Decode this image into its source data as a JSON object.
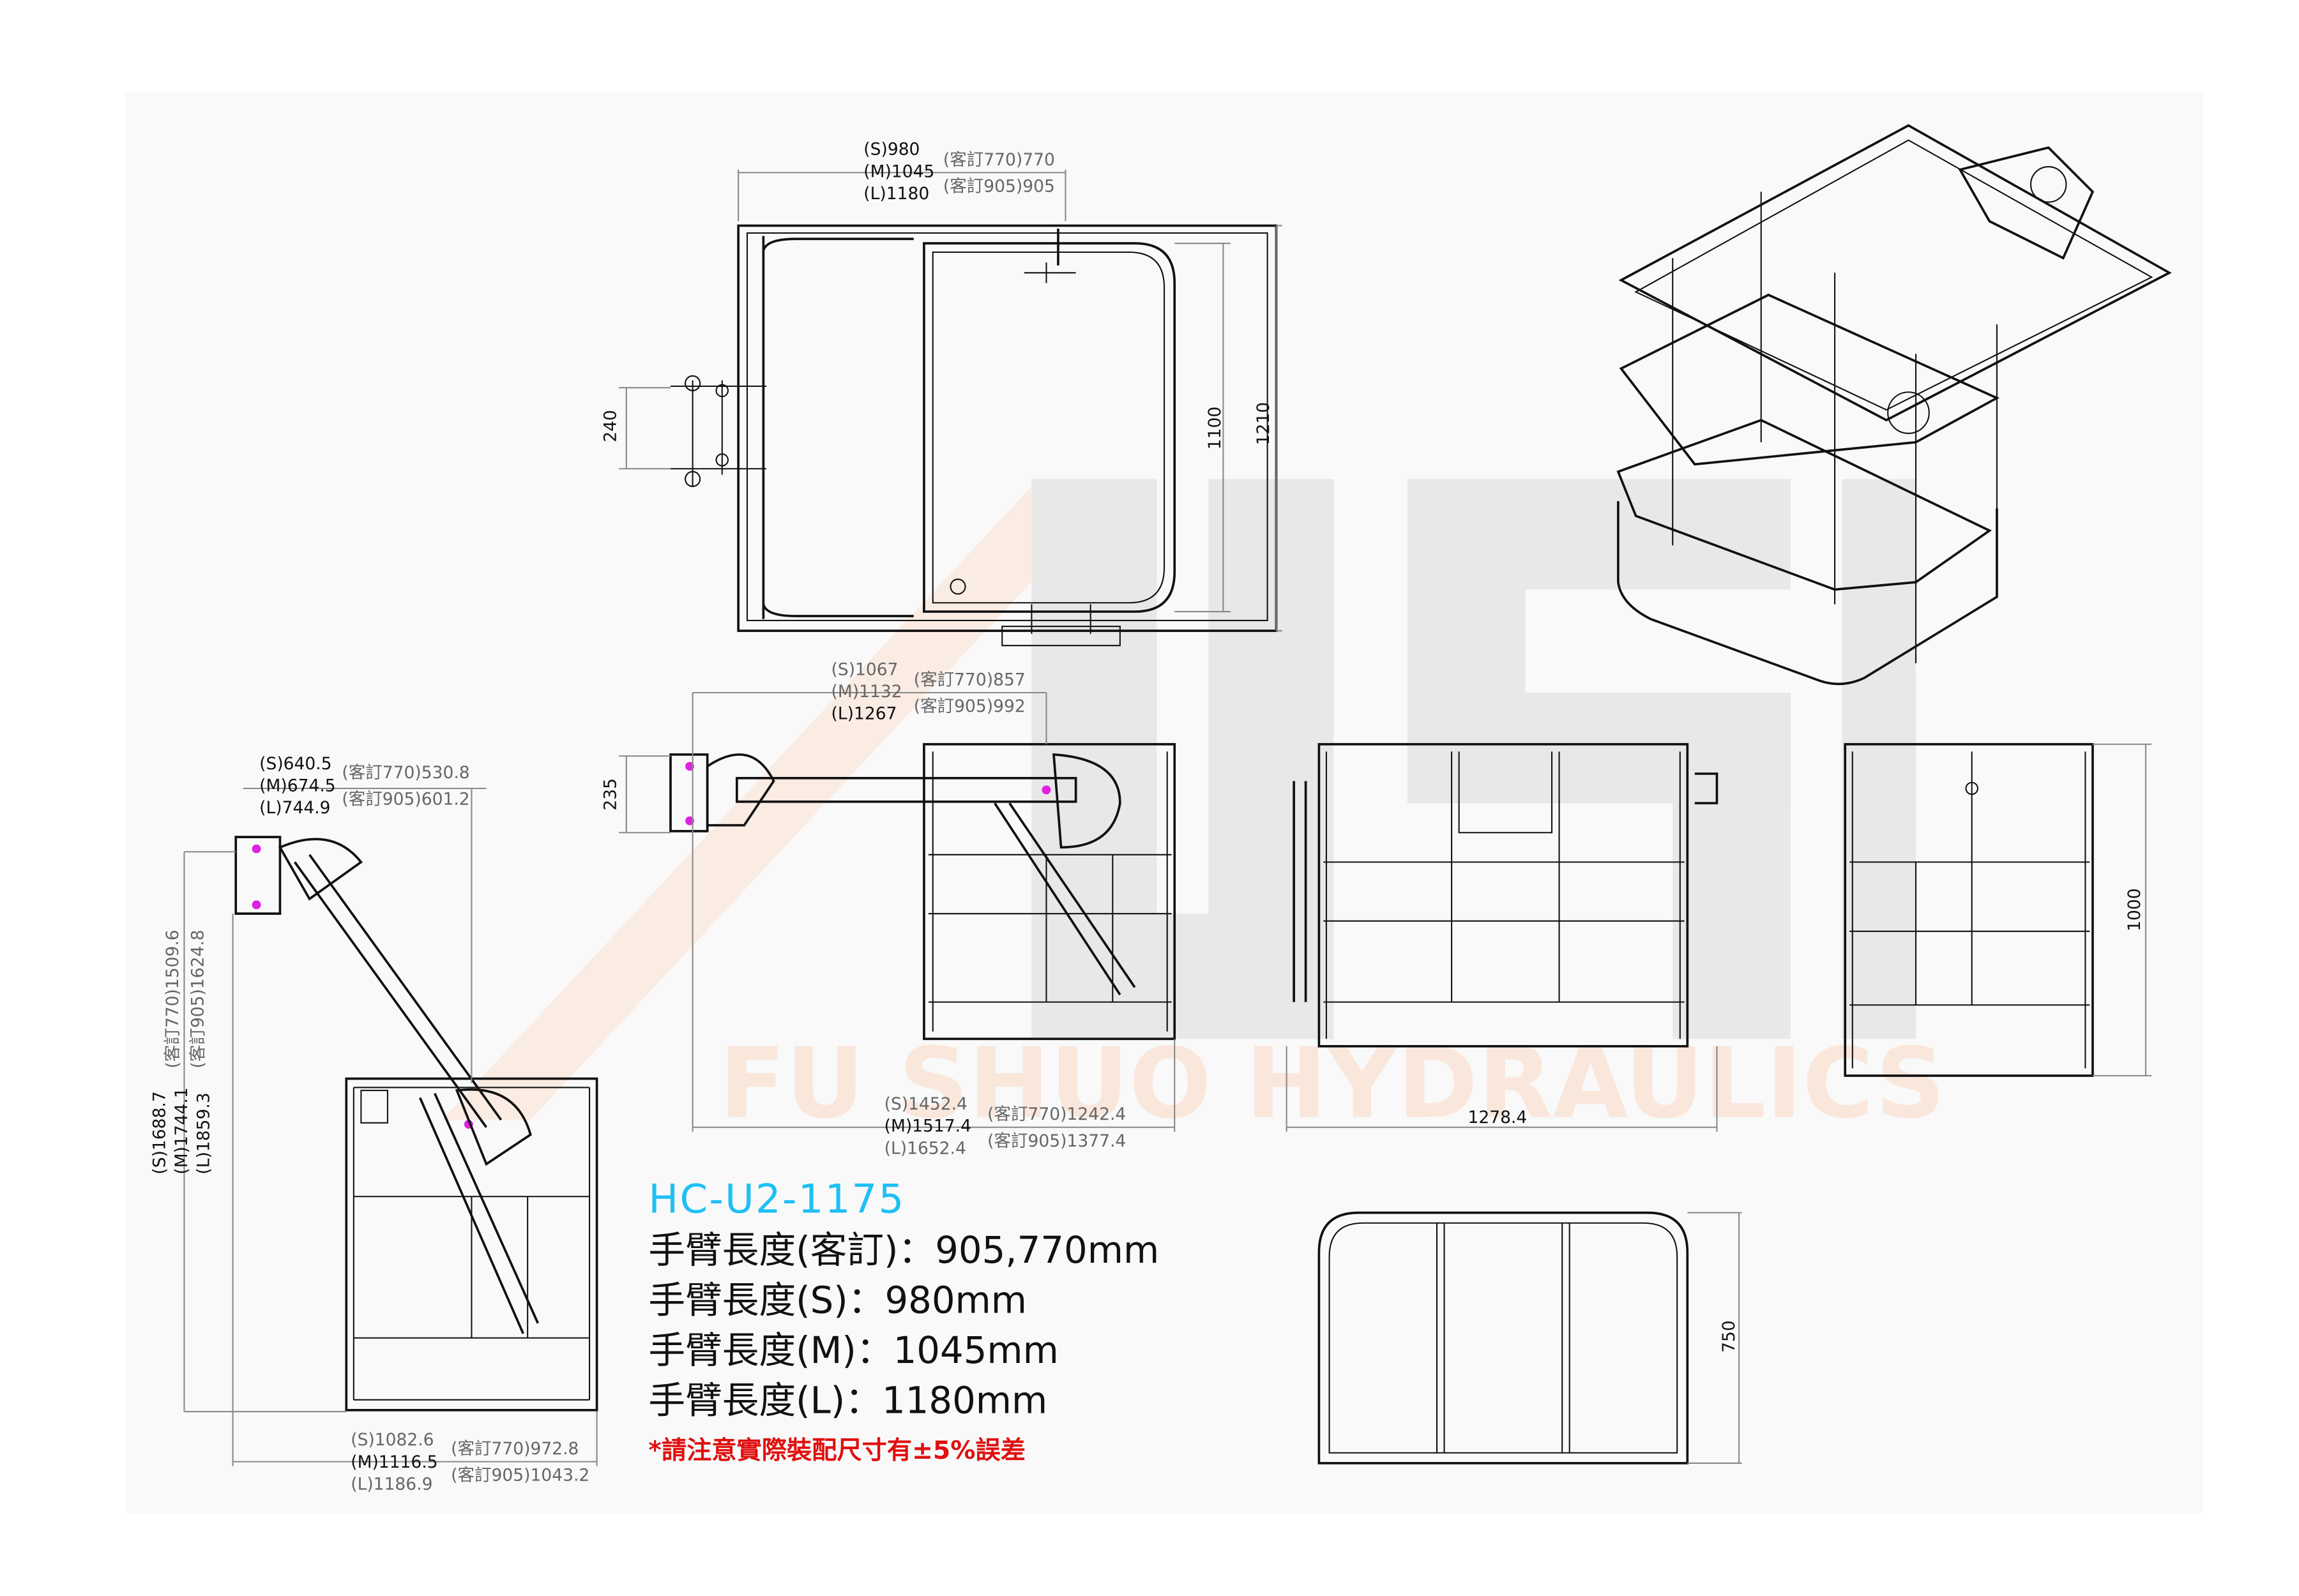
{
  "watermark": {
    "brand": "FU SHUO HYDRAULICS",
    "logo": "USL"
  },
  "top_view": {
    "arm_dims": [
      "(S)980",
      "(M)1045",
      "(L)1180"
    ],
    "custom_dims": [
      "(客訂770)770",
      "(客訂905)905"
    ],
    "dim_240": "240",
    "dim_1100": "1100",
    "dim_1210": "1210"
  },
  "side_view_left": {
    "offset_dims": [
      "(S)640.5",
      "(M)674.5",
      "(L)744.9"
    ],
    "offset_custom": [
      "(客訂770)530.8",
      "(客訂905)601.2"
    ],
    "height_dims": [
      "(S)1688.7",
      "(M)1744.1",
      "(L)1859.3"
    ],
    "height_custom": [
      "(客訂770)1509.6",
      "(客訂905)1624.8"
    ],
    "width_dims": [
      "(S)1082.6",
      "(M)1116.5",
      "(L)1186.9"
    ],
    "width_custom": [
      "(客訂770)972.8",
      "(客訂905)1043.2"
    ]
  },
  "side_view_mid": {
    "arm_dims": [
      "(S)1067",
      "(M)1132",
      "(L)1267"
    ],
    "arm_custom": [
      "(客訂770)857",
      "(客訂905)992"
    ],
    "dim_235": "235",
    "total_dims": [
      "(S)1452.4",
      "(M)1517.4",
      "(L)1652.4"
    ],
    "total_custom": [
      "(客訂770)1242.4",
      "(客訂905)1377.4"
    ]
  },
  "front_view": {
    "width": "1278.4"
  },
  "back_view": {
    "height": "1000"
  },
  "plan_view": {
    "depth": "750"
  },
  "specs": {
    "model": "HC-U2-1175",
    "lines": [
      "手臂長度(客訂)：905,770mm",
      "手臂長度(S)：980mm",
      "手臂長度(M)：1045mm",
      "手臂長度(L)：1180mm"
    ],
    "note": "*請注意實際裝配尺寸有±5%誤差"
  },
  "colors": {
    "model": "#1ec0f5",
    "note": "#e01010",
    "marker": "#e020e0",
    "watermark": "#fbe3d5"
  }
}
